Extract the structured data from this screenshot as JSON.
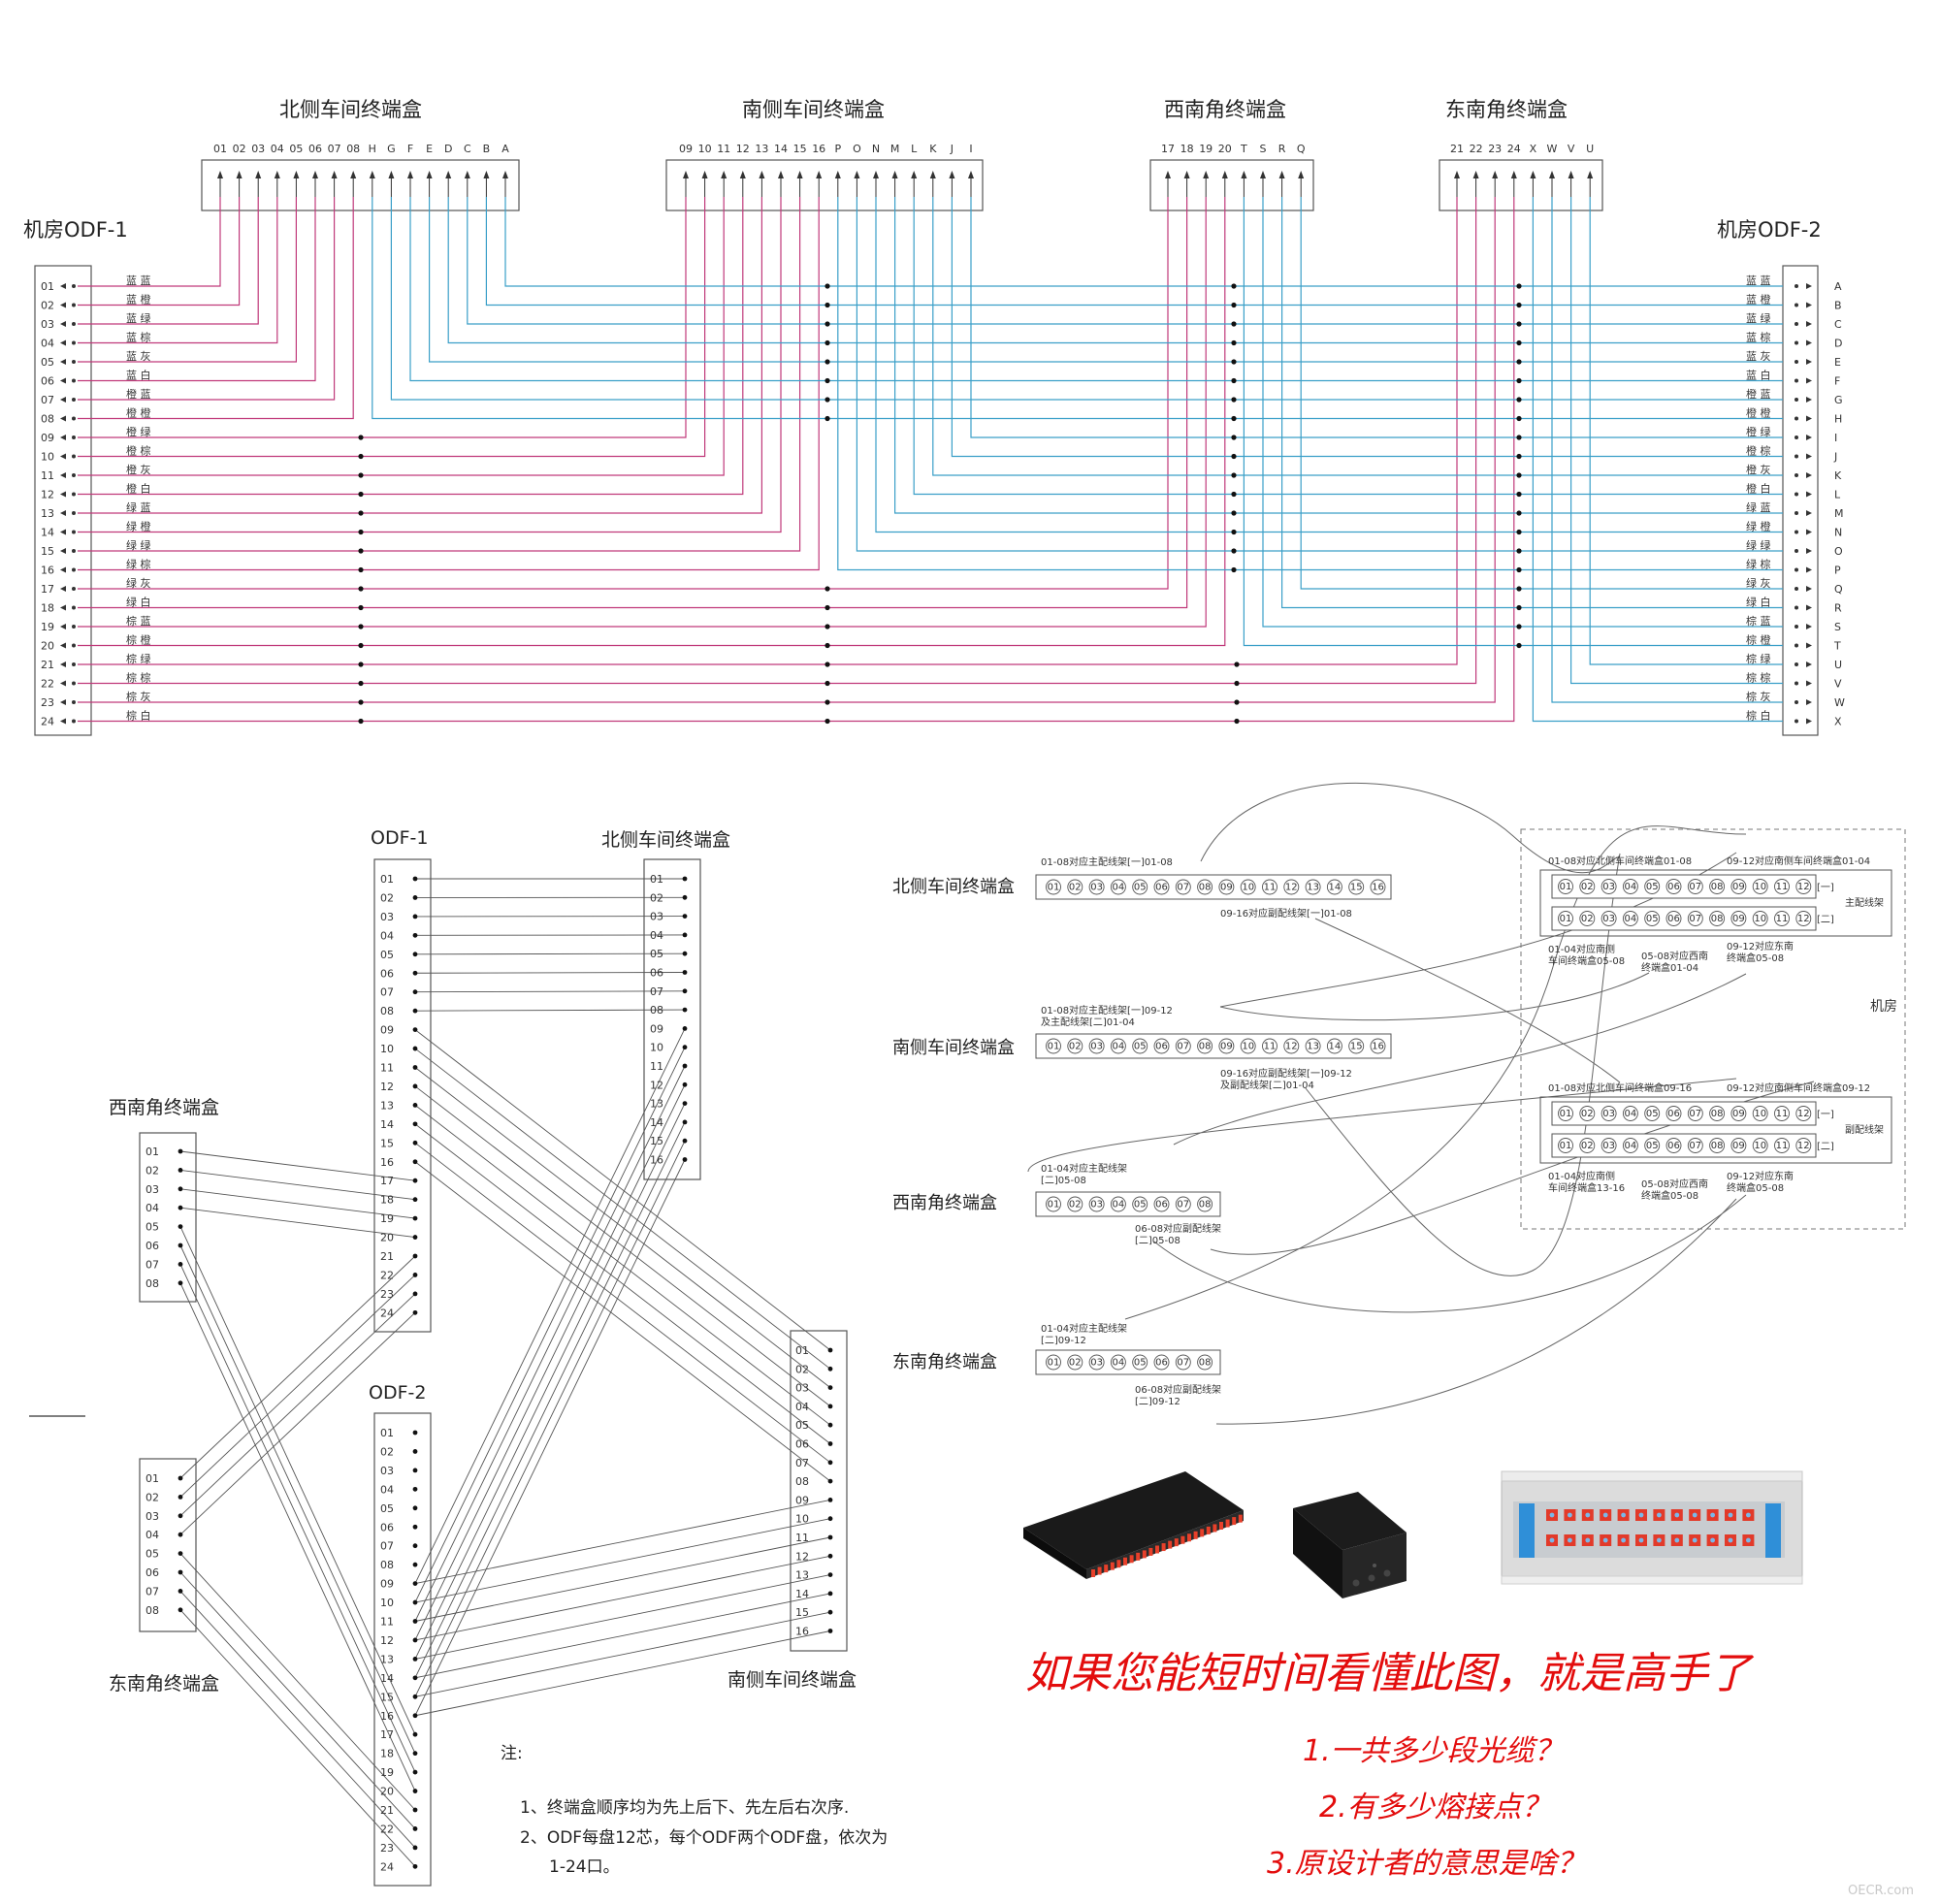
{
  "top_diagram": {
    "odf1_title": "机房ODF-1",
    "odf2_title": "机房ODF-2",
    "north": {
      "title": "北侧车间终端盒",
      "ports": [
        "01",
        "02",
        "03",
        "04",
        "05",
        "06",
        "07",
        "08",
        "H",
        "G",
        "F",
        "E",
        "D",
        "C",
        "B",
        "A"
      ]
    },
    "south": {
      "title": "南侧车间终端盒",
      "ports": [
        "09",
        "10",
        "11",
        "12",
        "13",
        "14",
        "15",
        "16",
        "P",
        "O",
        "N",
        "M",
        "L",
        "K",
        "J",
        "I"
      ]
    },
    "southwest": {
      "title": "西南角终端盒",
      "ports": [
        "17",
        "18",
        "19",
        "20",
        "T",
        "S",
        "R",
        "Q"
      ]
    },
    "southeast": {
      "title": "东南角终端盒",
      "ports": [
        "21",
        "22",
        "23",
        "24",
        "X",
        "W",
        "V",
        "U"
      ]
    },
    "odf1_ports": [
      "01",
      "02",
      "03",
      "04",
      "05",
      "06",
      "07",
      "08",
      "09",
      "10",
      "11",
      "12",
      "13",
      "14",
      "15",
      "16",
      "17",
      "18",
      "19",
      "20",
      "21",
      "22",
      "23",
      "24"
    ],
    "odf2_ports": [
      "A",
      "B",
      "C",
      "D",
      "E",
      "F",
      "G",
      "H",
      "I",
      "J",
      "K",
      "L",
      "M",
      "N",
      "O",
      "P",
      "Q",
      "R",
      "S",
      "T",
      "U",
      "V",
      "W",
      "X"
    ],
    "fiber_colors": [
      "蓝 蓝",
      "蓝 橙",
      "蓝 绿",
      "蓝 棕",
      "蓝 灰",
      "蓝 白",
      "橙 蓝",
      "橙 橙",
      "橙 绿",
      "橙 棕",
      "橙 灰",
      "橙 白",
      "绿 蓝",
      "绿 橙",
      "绿 绿",
      "绿 棕",
      "绿 灰",
      "绿 白",
      "棕 蓝",
      "棕 橙",
      "棕 绿",
      "棕 棕",
      "棕 灰",
      "棕 白"
    ],
    "colors": {
      "pink_wire": "#c0397a",
      "blue_wire": "#3a9fc8",
      "box_stroke": "#555555"
    }
  },
  "bottom_left": {
    "odf1_title": "ODF-1",
    "odf2_title": "ODF-2",
    "north_title": "北侧车间终端盒",
    "south_title": "南侧车间终端盒",
    "southwest_title": "西南角终端盒",
    "southeast_title": "东南角终端盒",
    "ports24": [
      "01",
      "02",
      "03",
      "04",
      "05",
      "06",
      "07",
      "08",
      "09",
      "10",
      "11",
      "12",
      "13",
      "14",
      "15",
      "16",
      "17",
      "18",
      "19",
      "20",
      "21",
      "22",
      "23",
      "24"
    ],
    "ports16": [
      "01",
      "02",
      "03",
      "04",
      "05",
      "06",
      "07",
      "08",
      "09",
      "10",
      "11",
      "12",
      "13",
      "14",
      "15",
      "16"
    ],
    "ports8": [
      "01",
      "02",
      "03",
      "04",
      "05",
      "06",
      "07",
      "08"
    ],
    "note_title": "注:",
    "note_1": "1、终端盒顺序均为先上后下、先左后右次序.",
    "note_2": "2、ODF每盘12芯，每个ODF两个ODF盘，依次为",
    "note_3": "1-24口。"
  },
  "bottom_right": {
    "north_label": "北侧车间终端盒",
    "south_label": "南侧车间终端盒",
    "southwest_label": "西南角终端盒",
    "southeast_label": "东南角终端盒",
    "room_label": "机房",
    "n_top": "01-08对应主配线架[一]01-08",
    "n_bottom": "09-16对应副配线架[一]01-08",
    "s_top_1": "01-08对应主配线架[一]09-12",
    "s_top_2": "及主配线架[二]01-04",
    "s_bottom_1": "09-16对应副配线架[一]09-12",
    "s_bottom_2": "及副配线架[二]01-04",
    "sw_top_1": "01-04对应主配线架",
    "sw_top_2": "[二]05-08",
    "sw_bottom_1": "06-08对应副配线架",
    "sw_bottom_2": "[二]05-08",
    "se_top_1": "01-04对应主配线架",
    "se_top_2": "[二]09-12",
    "se_bottom_1": "06-08对应副配线架",
    "se_bottom_2": "[二]09-12",
    "main_top_left": "01-08对应北侧车间终端盒01-08",
    "main_top_right": "09-12对应南侧车间终端盒01-04",
    "main_rack": "主配线架",
    "main_b1_1": "01-04对应南侧",
    "main_b1_2": "车间终端盒05-08",
    "main_b2_1": "05-08对应西南",
    "main_b2_2": "终端盒01-04",
    "main_b3_1": "09-12对应东南",
    "main_b3_2": "终端盒05-08",
    "sub_top_left": "01-08对应北侧车间终端盒09-16",
    "sub_top_right": "09-12对应南侧车间终端盒09-12",
    "sub_rack": "副配线架",
    "sub_b1_1": "01-04对应南侧",
    "sub_b1_2": "车间终端盒13-16",
    "sub_b2_1": "05-08对应西南",
    "sub_b2_2": "终端盒05-08",
    "sub_b3_1": "09-12对应东南",
    "sub_b3_2": "终端盒05-08",
    "rack_row1": "[一]",
    "rack_row2": "[二]",
    "ports16": [
      "01",
      "02",
      "03",
      "04",
      "05",
      "06",
      "07",
      "08",
      "09",
      "10",
      "11",
      "12",
      "13",
      "14",
      "15",
      "16"
    ],
    "ports12": [
      "01",
      "02",
      "03",
      "04",
      "05",
      "06",
      "07",
      "08",
      "09",
      "10",
      "11",
      "12"
    ],
    "ports8": [
      "01",
      "02",
      "03",
      "04",
      "05",
      "06",
      "07",
      "08"
    ]
  },
  "headline": "如果您能短时间看懂此图，就是高手了",
  "questions": [
    "1.一共多少段光缆？",
    "2.有多少熔接点？",
    "3.原设计者的意思是啥？"
  ],
  "watermark": "OECR.com",
  "accent": {
    "red": "#e30d0d"
  }
}
